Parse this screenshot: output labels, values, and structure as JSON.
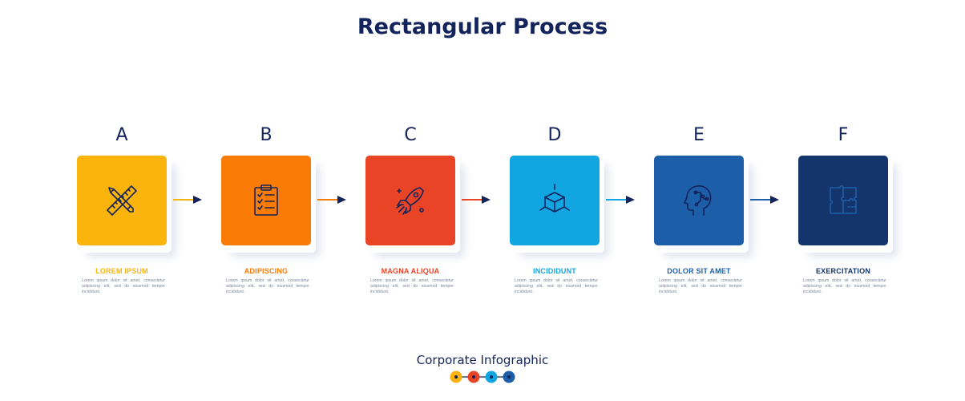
{
  "title": "Rectangular Process",
  "subtitle": "Corporate Infographic",
  "colors": {
    "text": "#13235b",
    "yellow": "#fbb40b",
    "orange": "#fb7b07",
    "red": "#ea4427",
    "cyan": "#11a6e1",
    "blue": "#1d5ea8",
    "navy": "#13356c"
  },
  "steps": [
    {
      "letter": "A",
      "heading": "LOREM IPSUM",
      "text": "Lorem ipsum dolor sit amet, consectetur adipiscing elit, sed do eiusmod tempor incididunt.",
      "color": "#fbb40b",
      "icon": "pencil-ruler-icon"
    },
    {
      "letter": "B",
      "heading": "ADIPISCING",
      "text": "Lorem ipsum dolor sit amet, consectetur adipiscing elit, sed do eiusmod tempor incididunt.",
      "color": "#fb7b07",
      "icon": "clipboard-checklist-icon"
    },
    {
      "letter": "C",
      "heading": "MAGNA ALIQUA",
      "text": "Lorem ipsum dolor sit amet, consectetur adipiscing elit, sed do eiusmod tempor incididunt.",
      "color": "#ea4427",
      "icon": "rocket-icon"
    },
    {
      "letter": "D",
      "heading": "INCIDIDUNT",
      "text": "Lorem ipsum dolor sit amet, consectetur adipiscing elit, sed do eiusmod tempor incididunt.",
      "color": "#11a6e1",
      "icon": "cube-icon"
    },
    {
      "letter": "E",
      "heading": "DOLOR SIT AMET",
      "text": "Lorem ipsum dolor sit amet, consectetur adipiscing elit, sed do eiusmod tempor incididunt.",
      "color": "#1d5ea8",
      "icon": "head-circuit-icon"
    },
    {
      "letter": "F",
      "heading": "EXERCITATION",
      "text": "Lorem ipsum dolor sit amet, consectetur adipiscing elit, sed do eiusmod tempor incididunt.",
      "color": "#13356c",
      "icon": "puzzle-icon"
    }
  ]
}
